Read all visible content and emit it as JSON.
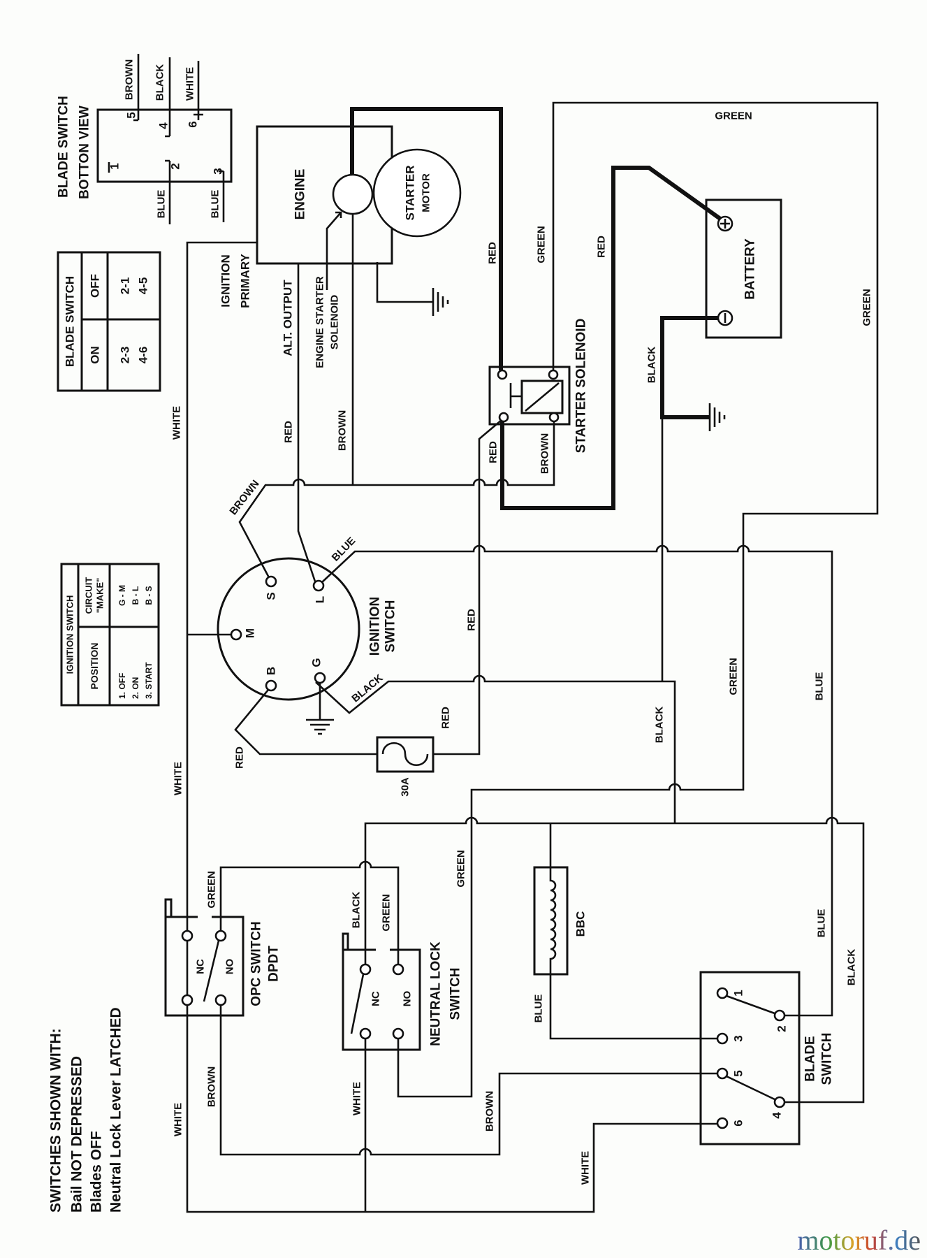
{
  "notes": [
    "SWITCHES SHOWN WITH:",
    "Bail NOT DEPRESSED",
    "Blades OFF",
    "Neutral Lock Lever LATCHED"
  ],
  "bottom_view": {
    "title": [
      "BLADE SWITCH",
      "BOTTON VIEW"
    ],
    "pins": [
      "1",
      "2",
      "3",
      "4",
      "5",
      "6"
    ]
  },
  "blade_table": {
    "header": "BLADE SWITCH",
    "on": "ON",
    "off": "OFF",
    "on_values": [
      "2-3",
      "4-6"
    ],
    "off_values": [
      "2-1",
      "4-5"
    ]
  },
  "ignition_table": {
    "header": "IGNITION SWITCH",
    "position_header": "POSITION",
    "circuit_header": [
      "CIRCUIT",
      "\"MAKE\""
    ],
    "positions": [
      "1.  OFF",
      "2.  ON",
      "3.  START"
    ],
    "make": [
      "G - M",
      "B - L",
      "B - S"
    ]
  },
  "components": {
    "engine": "ENGINE",
    "starter_motor": [
      "STARTER",
      "MOTOR"
    ],
    "ignition_primary": [
      "IGNITION",
      "PRIMARY"
    ],
    "alt_output": "ALT. OUTPUT",
    "engine_starter_solenoid": [
      "ENGINE STARTER",
      "SOLENOID"
    ],
    "starter_solenoid": "STARTER SOLENOID",
    "battery": "BATTERY",
    "ignition_switch": [
      "IGNITION",
      "SWITCH"
    ],
    "ignition_terminals": {
      "s": "S",
      "m": "M",
      "b": "B",
      "g": "G",
      "l": "L"
    },
    "fuse": "30A",
    "bbc": "BBC",
    "opc_switch": [
      "OPC SWITCH",
      "DPDT"
    ],
    "neutral_lock_switch": [
      "NEUTRAL LOCK",
      "SWITCH"
    ],
    "nc": "NC",
    "no": "NO",
    "blade_switch": [
      "BLADE",
      "SWITCH"
    ],
    "blade_pins": [
      "1",
      "2",
      "3",
      "4",
      "5",
      "6"
    ]
  },
  "wire_labels": [
    "BROWN",
    "BLACK",
    "WHITE",
    "BLUE",
    "BLUE",
    "WHITE",
    "RED",
    "BROWN",
    "BLUE",
    "BLACK",
    "RED",
    "WHITE",
    "RED",
    "RED",
    "BROWN",
    "RED",
    "GREEN",
    "RED",
    "GREEN",
    "BLACK",
    "GREEN",
    "RED",
    "BROWN",
    "BLACK",
    "GREEN",
    "BLUE",
    "GREEN",
    "BROWN",
    "WHITE",
    "BLACK",
    "GREEN",
    "GREEN",
    "BLUE",
    "WHITE",
    "BROWN",
    "BLUE",
    "BLACK",
    "WHITE"
  ],
  "watermark": "motoruf.de"
}
